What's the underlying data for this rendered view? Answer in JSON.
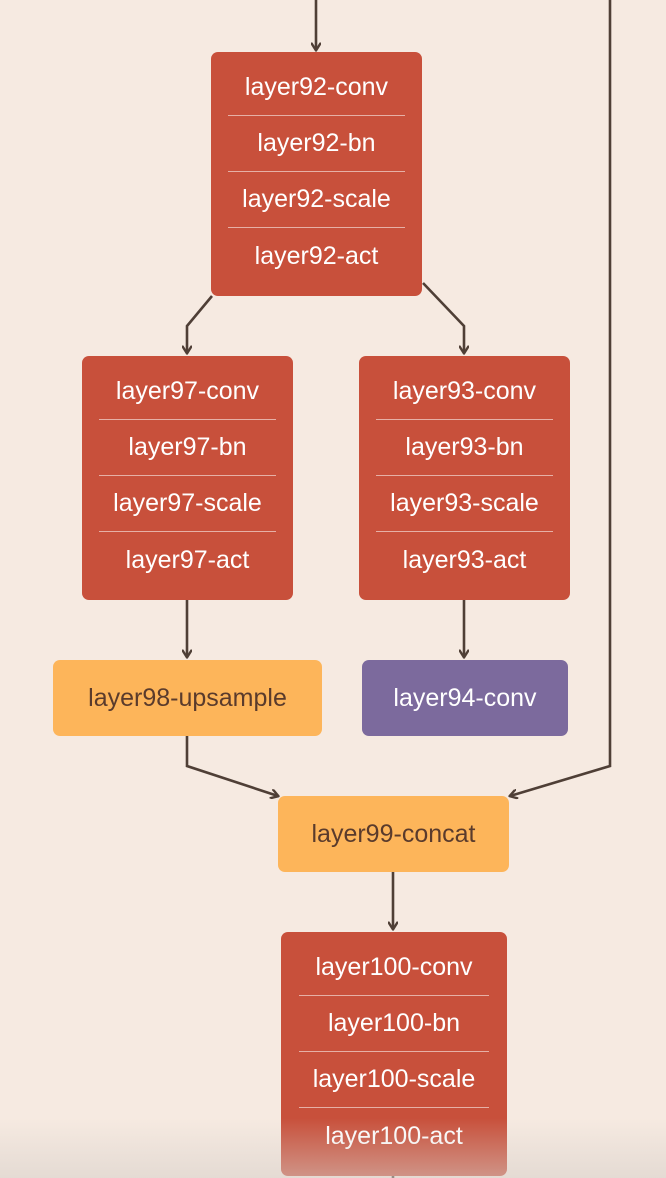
{
  "colors": {
    "background": "#f6eae1",
    "block": "#c8503b",
    "yellow": "#fdb55a",
    "purple": "#7c6a9d",
    "edge": "#4f3f36",
    "light_text": "#ffffff",
    "dark_text": "#5a3b2c"
  },
  "nodes": {
    "layer92": {
      "rows": [
        "layer92-conv",
        "layer92-bn",
        "layer92-scale",
        "layer92-act"
      ]
    },
    "layer97": {
      "rows": [
        "layer97-conv",
        "layer97-bn",
        "layer97-scale",
        "layer97-act"
      ]
    },
    "layer93": {
      "rows": [
        "layer93-conv",
        "layer93-bn",
        "layer93-scale",
        "layer93-act"
      ]
    },
    "layer98": {
      "label": "layer98-upsample"
    },
    "layer94": {
      "label": "layer94-conv"
    },
    "layer99": {
      "label": "layer99-concat"
    },
    "layer100": {
      "rows": [
        "layer100-conv",
        "layer100-bn",
        "layer100-scale",
        "layer100-act"
      ]
    }
  }
}
